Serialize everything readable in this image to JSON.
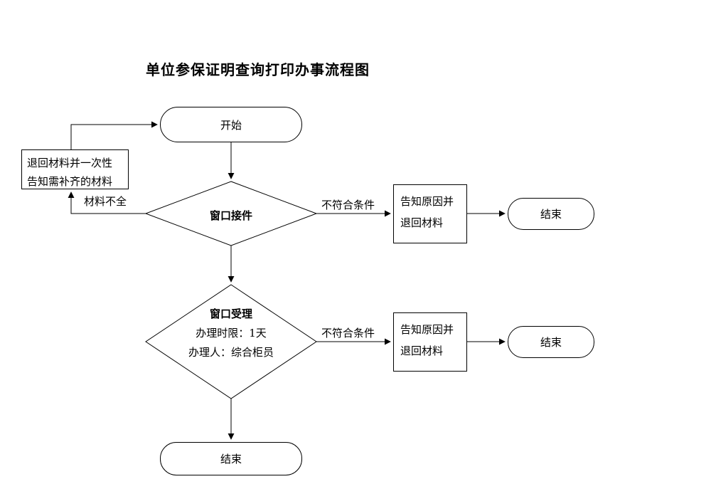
{
  "title": "单位参保证明查询打印办事流程图",
  "nodes": {
    "start": {
      "label": "开始"
    },
    "return_materials": {
      "line1": "退回材料并一次性",
      "line2": "告知需补齐的材料"
    },
    "window_receive": {
      "label": "窗口接件"
    },
    "notify_return_1": {
      "line1": "告知原因并",
      "line2": "退回材料"
    },
    "end_1": {
      "label": "结束"
    },
    "window_accept": {
      "title": "窗口受理",
      "line1": "办理时限：1天",
      "line2": "办理人：综合柜员"
    },
    "notify_return_2": {
      "line1": "告知原因并",
      "line2": "退回材料"
    },
    "end_2": {
      "label": "结束"
    },
    "end_final": {
      "label": "结束"
    }
  },
  "edge_labels": {
    "materials_incomplete": "材料不全",
    "not_qualified_1": "不符合条件",
    "not_qualified_2": "不符合条件"
  },
  "colors": {
    "stroke": "#000000",
    "background": "#ffffff"
  }
}
